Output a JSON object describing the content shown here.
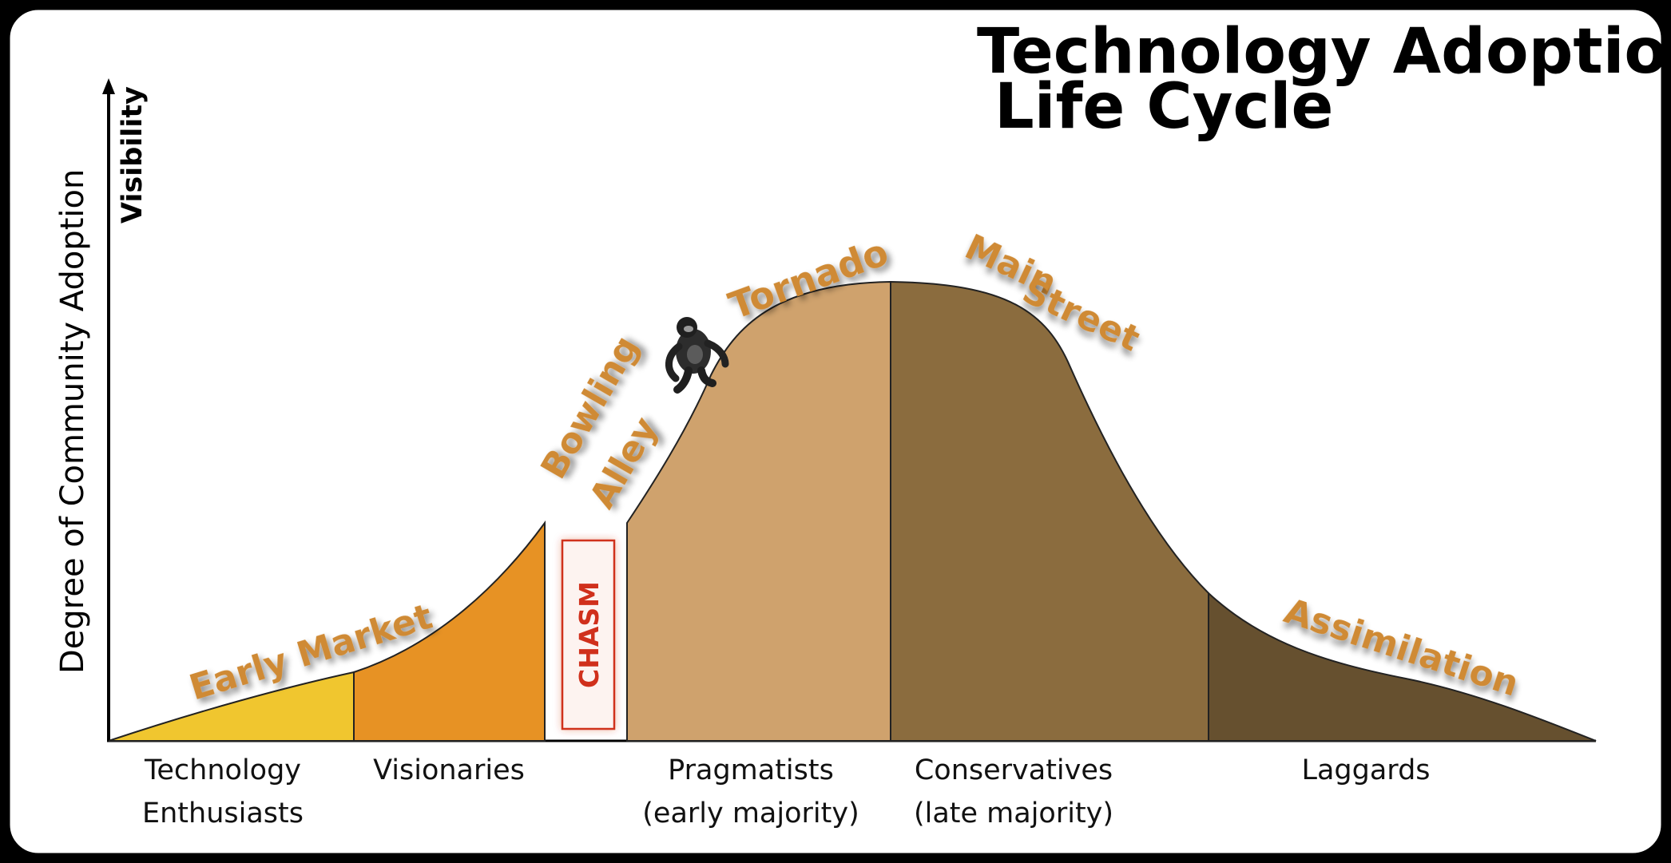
{
  "title": {
    "line1": "Technology Adoption",
    "line2": "Life Cycle"
  },
  "axis": {
    "y_label": "Degree of Community Adoption",
    "visibility_label": "Visibility"
  },
  "chasm": {
    "label": "CHASM"
  },
  "phases": {
    "early_market": "Early Market",
    "bowling": "Bowling",
    "alley": "Alley",
    "tornado": "Tornado",
    "main": "Main",
    "street": "Street",
    "assimilation": "Assimilation"
  },
  "groups": {
    "technology": "Technology",
    "enthusiasts": "Enthusiasts",
    "visionaries": "Visionaries",
    "pragmatists": "Pragmatists",
    "early_majority": "(early majority)",
    "conservatives": "Conservatives",
    "late_majority": "(late majority)",
    "laggards": "Laggards"
  },
  "colors": {
    "enthusiasts": "#f0c62f",
    "visionaries": "#e79224",
    "pragmatists": "#cfa26d",
    "conservatives": "#8b6c3e",
    "laggards": "#66502f",
    "phase_text": "#cf8a34",
    "chasm": "#d0301c"
  },
  "icons": {
    "mascot": "gorilla-icon"
  }
}
